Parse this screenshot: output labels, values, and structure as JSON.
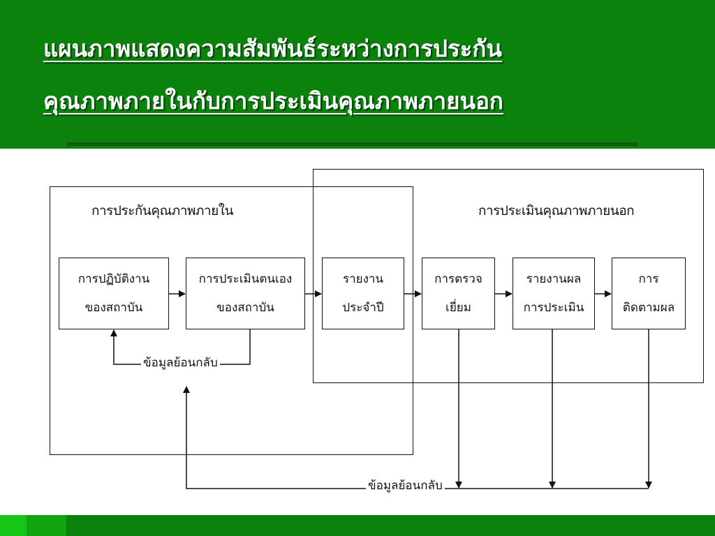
{
  "header": {
    "title_line1": "แผนภาพแสดงความสัมพันธ์ระหว่างการประกัน",
    "title_line2": "คุณภาพภายในกับการประเมินคุณภาพภายนอก"
  },
  "groups": {
    "internal_label": "การประกันคุณภาพภายใน",
    "external_label": "การประเมินคุณภาพภายนอก"
  },
  "boxes": [
    {
      "line1": "การปฏิบัติงาน",
      "line2": "ของสถาบัน"
    },
    {
      "line1": "การประเมินตนเอง",
      "line2": "ของสถาบัน"
    },
    {
      "line1": "รายงาน",
      "line2": "ประจำปี"
    },
    {
      "line1": "การตรวจ",
      "line2": "เยี่ยม"
    },
    {
      "line1": "รายงานผล",
      "line2": "การประเมิน"
    },
    {
      "line1": "การ",
      "line2": "ติดตามผล"
    }
  ],
  "feedback": {
    "internal_label": "ข้อมูลย้อนกลับ",
    "external_label": "ข้อมูลย้อนกลับ"
  },
  "colors": {
    "header_green": "#0b820b",
    "footer_light": "#16c616",
    "line": "#111111"
  }
}
